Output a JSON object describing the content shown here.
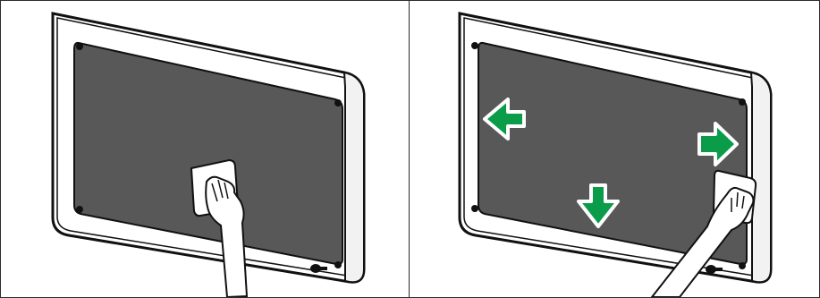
{
  "panels": [
    {
      "name": "left-panel",
      "hand": "hand-wiping-center",
      "arrows": []
    },
    {
      "name": "right-panel",
      "hand": "hand-wiping-right",
      "arrows": [
        "left-arrow-icon",
        "down-arrow-icon",
        "right-arrow-icon"
      ]
    }
  ],
  "colors": {
    "screen": "#585858",
    "frame": "#ffffff",
    "outline": "#111111",
    "arrow": "#0b9c4a"
  }
}
